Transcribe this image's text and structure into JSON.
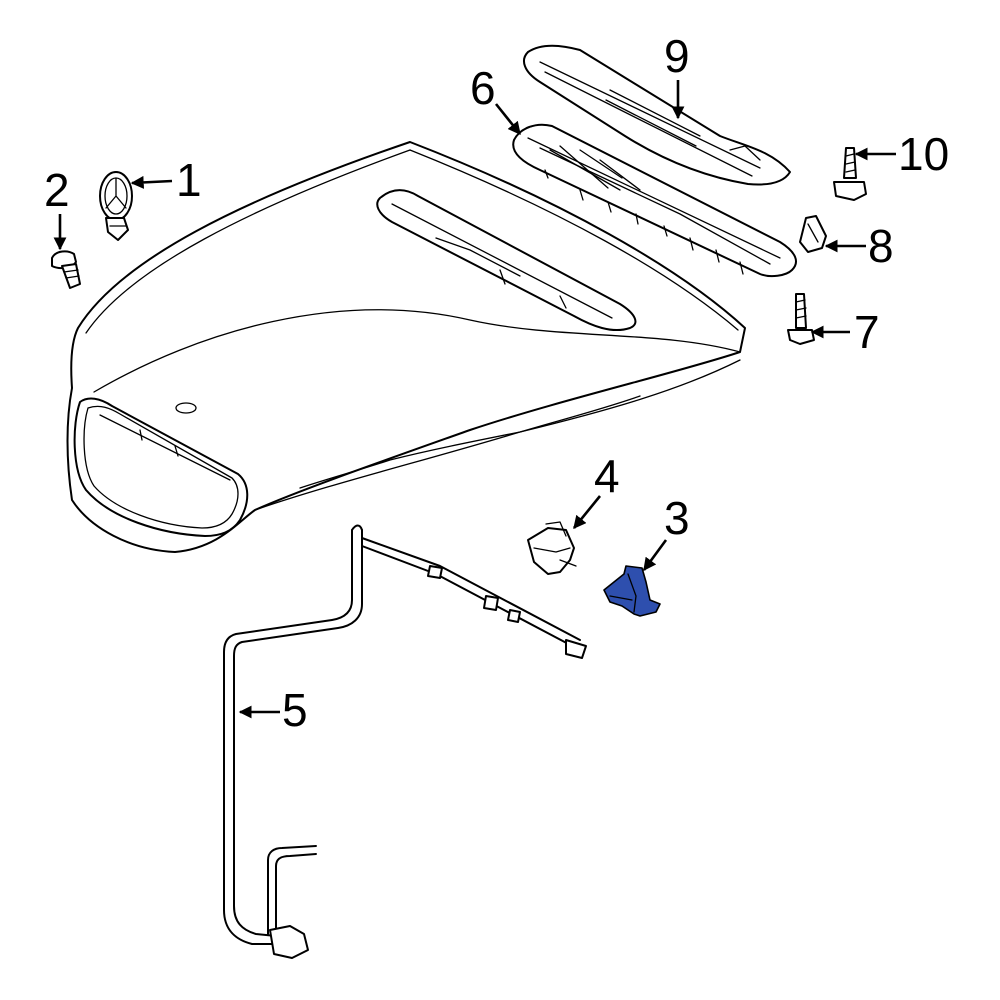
{
  "highlight_color": "#2e4fae",
  "callouts": [
    {
      "id": "1",
      "label": "1"
    },
    {
      "id": "2",
      "label": "2"
    },
    {
      "id": "3",
      "label": "3"
    },
    {
      "id": "4",
      "label": "4"
    },
    {
      "id": "5",
      "label": "5"
    },
    {
      "id": "6",
      "label": "6"
    },
    {
      "id": "7",
      "label": "7"
    },
    {
      "id": "8",
      "label": "8"
    },
    {
      "id": "9",
      "label": "9"
    },
    {
      "id": "10",
      "label": "10"
    }
  ],
  "highlighted_part": "3"
}
